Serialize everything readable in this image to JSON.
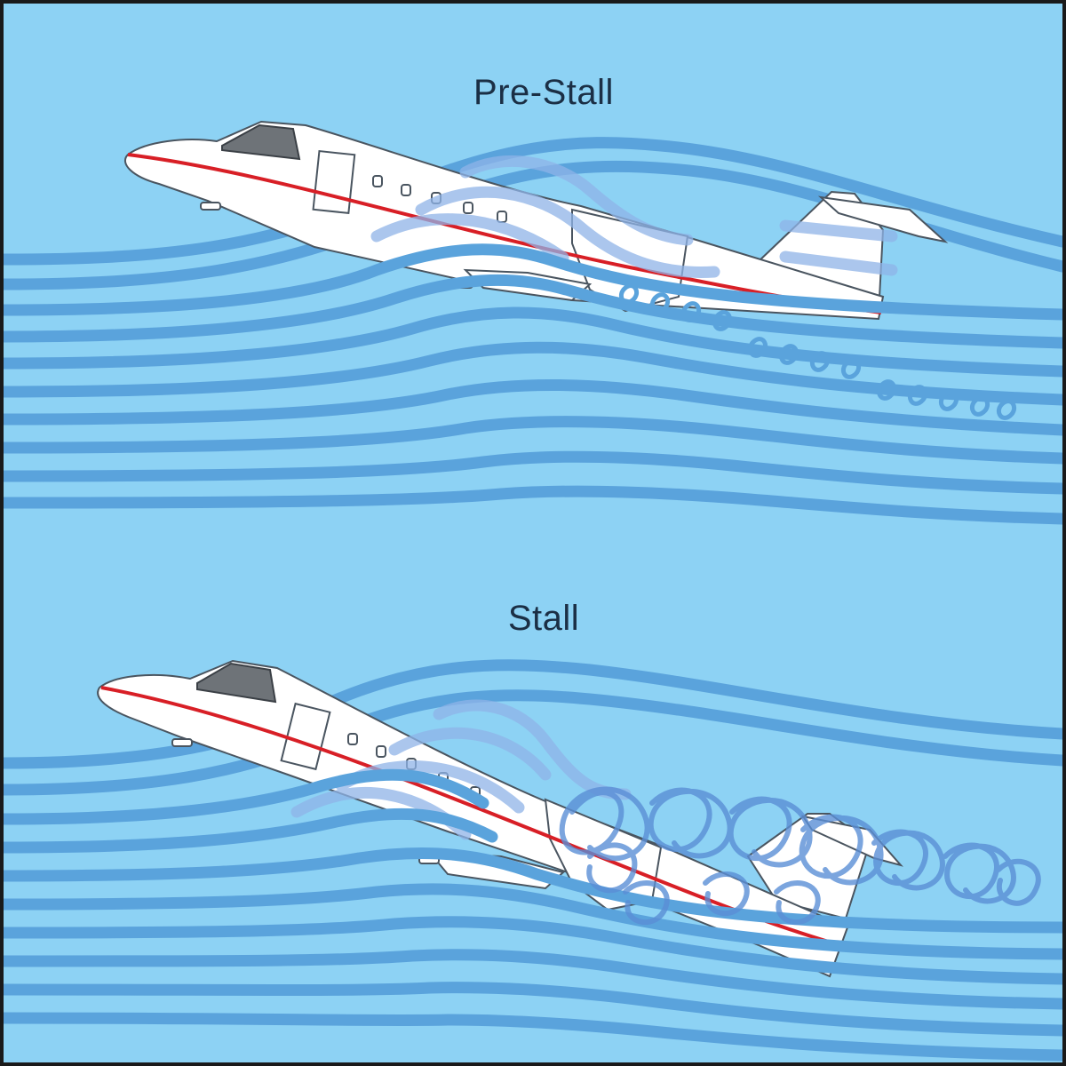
{
  "panels": [
    {
      "id": "pre-stall",
      "title": "Pre-Stall",
      "flow": "attached"
    },
    {
      "id": "stall",
      "title": "Stall",
      "flow": "separated"
    }
  ],
  "colors": {
    "sky": "#8dd2f4",
    "stream": "#5aa3dc",
    "stream_ghost": "#a9c8ee",
    "fuselage": "#ffffff",
    "outline": "#4a5560",
    "stripe": "#d81f26",
    "canopy": "#6e7378",
    "frame": "#1a1a1a"
  }
}
